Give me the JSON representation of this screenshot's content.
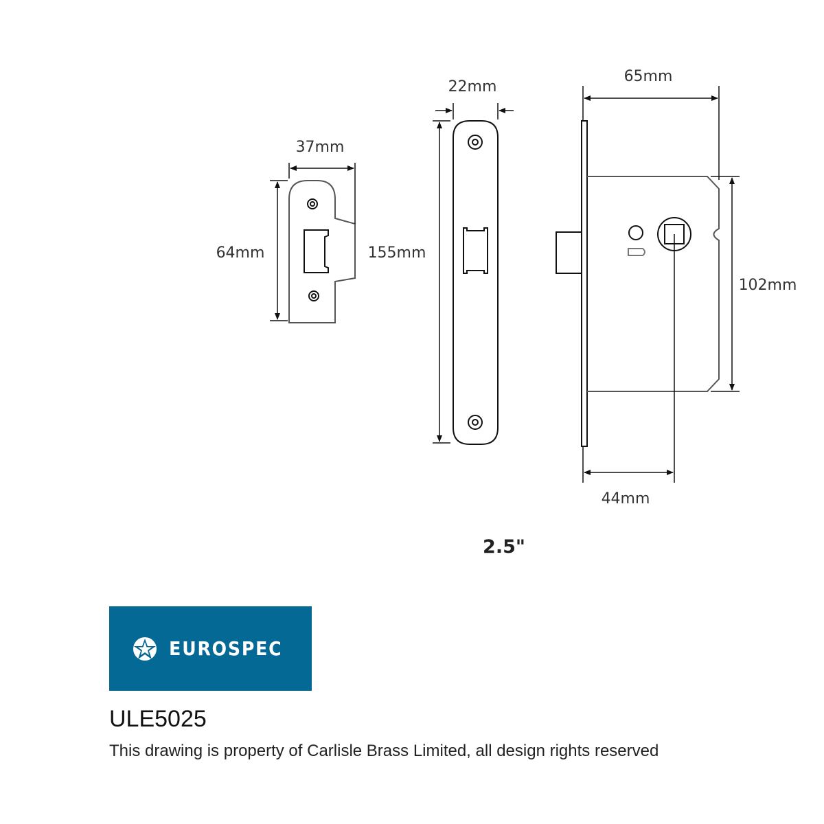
{
  "drawing": {
    "strike_width": "37mm",
    "strike_height": "64mm",
    "forend_width": "22mm",
    "forend_height": "155mm",
    "case_depth": "65mm",
    "case_height": "102mm",
    "backset": "44mm",
    "size_label": "2.5\""
  },
  "brand": {
    "name": "EUROSPEC",
    "color": "#046994"
  },
  "product_code": "ULE5025",
  "copyright": "This drawing is property of Carlisle Brass Limited, all design rights reserved"
}
